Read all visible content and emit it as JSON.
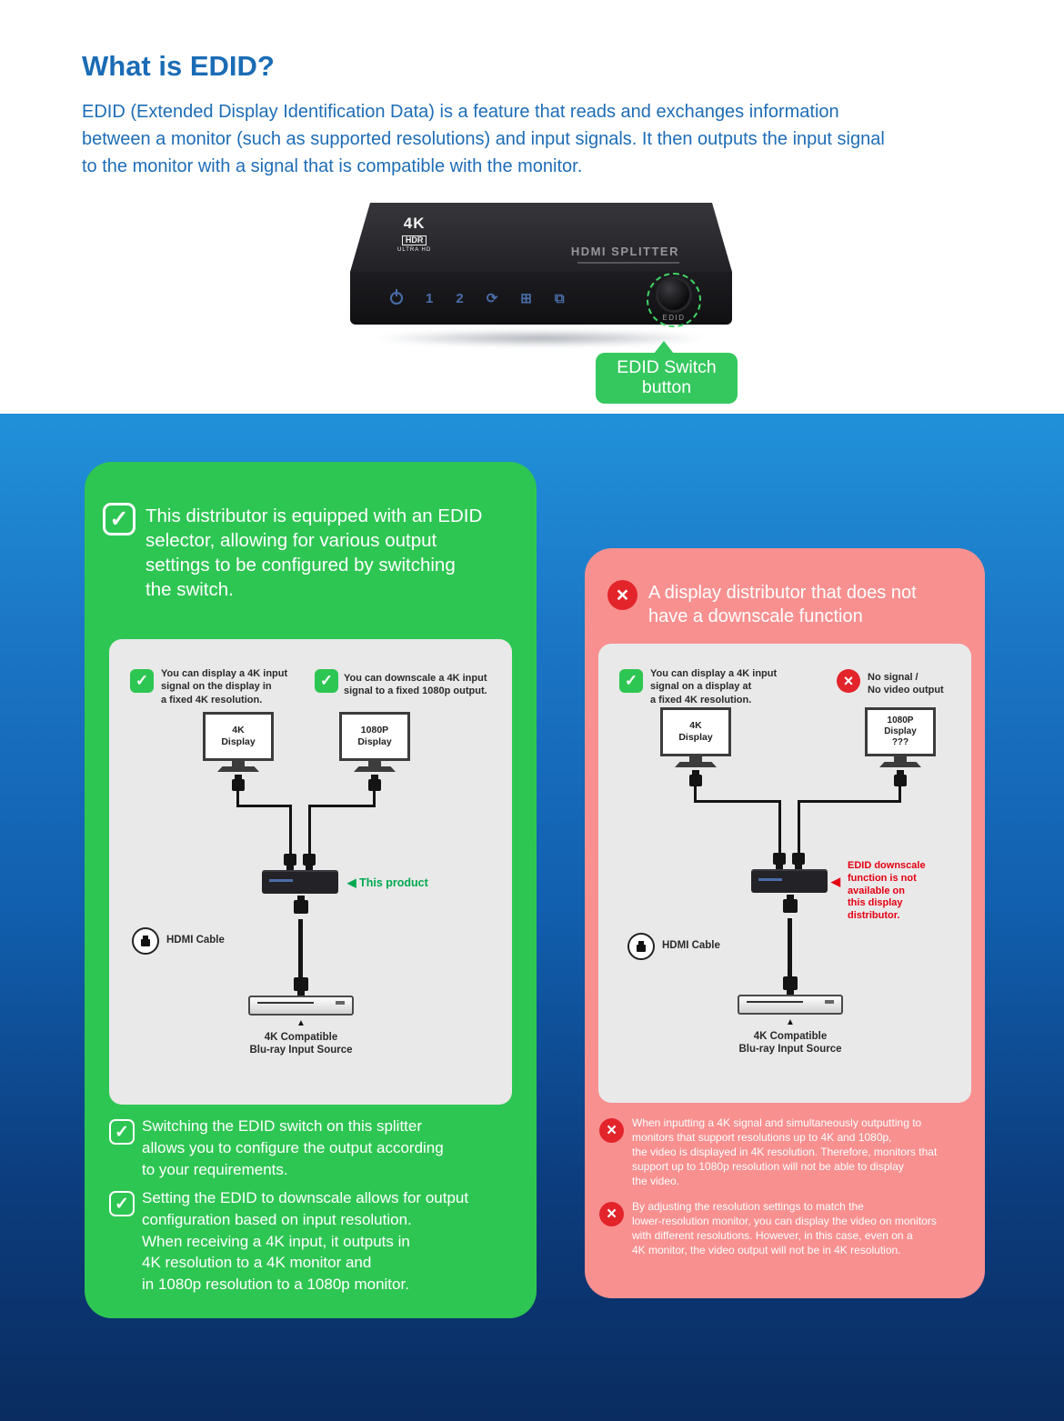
{
  "colors": {
    "heading_blue": "#1b6cb5",
    "body_blue": "#1e6db6",
    "panel_green": "#2ec653",
    "panel_pink": "#f89090",
    "alert_red": "#e3242b",
    "diagram_green": "#00a94f",
    "note_red": "#e60012",
    "callout_green": "#35c85e"
  },
  "icons": {
    "check": "✓",
    "cross": "×",
    "pointer_left": "◀",
    "marker_up": "▲",
    "loop": "⟳",
    "mirror": "⊞",
    "split": "⧉"
  },
  "header": {
    "title": "What is EDID?",
    "intro": "EDID (Extended Display Identification Data) is a feature that reads and exchanges information\nbetween a monitor (such as supported resolutions) and input signals. It then outputs the input signal\nto the monitor with a signal that is compatible with the monitor."
  },
  "device": {
    "badge_top": "4K",
    "badge_mid": "HDR",
    "badge_bottom": "ULTRA HD",
    "name": "HDMI SPLITTER",
    "port1": "1",
    "port2": "2",
    "edid_label": "EDID"
  },
  "callout": {
    "text": "EDID Switch\nbutton"
  },
  "good_panel": {
    "heading": "This distributor is equipped with an EDID\nselector, allowing for various output\nsettings to be configured by switching\nthe switch.",
    "diagram": {
      "note_left": "You can display a 4K input\nsignal on the display in\na fixed 4K resolution.",
      "note_right": "You can downscale a 4K input\nsignal to a fixed 1080p output.",
      "monitor_left": "4K\nDisplay",
      "monitor_right": "1080P\nDisplay",
      "product_label": "This product",
      "hdmi_cable": "HDMI Cable",
      "source_label": "4K Compatible\nBlu-ray Input Source"
    },
    "bullets": [
      "Switching the EDID switch on this splitter\nallows you to configure the output according\nto your requirements.",
      "Setting the EDID to downscale allows for output\nconfiguration based on input resolution.\nWhen receiving a 4K input, it outputs in\n4K resolution to a 4K monitor and\nin 1080p resolution to a 1080p monitor."
    ]
  },
  "bad_panel": {
    "heading": "A display distributor that does not\nhave a downscale function",
    "diagram": {
      "note_left": "You can display a 4K input\nsignal on a display at\na fixed 4K resolution.",
      "note_right": "No signal /\nNo video output",
      "monitor_left": "4K\nDisplay",
      "monitor_right": "1080P\nDisplay\n???",
      "no_downscale_note": "EDID downscale\nfunction is not\navailable on\nthis display\ndistributor.",
      "hdmi_cable": "HDMI Cable",
      "source_label": "4K Compatible\nBlu-ray Input Source"
    },
    "bullets": [
      "When inputting a 4K signal and simultaneously outputting to\nmonitors that support resolutions up to 4K and 1080p,\nthe video is displayed in 4K resolution. Therefore, monitors that\nsupport up to 1080p resolution will not be able to display\nthe video.",
      "By adjusting the resolution settings to match the\nlower-resolution monitor, you can display the video on monitors\nwith different resolutions. However, in this case, even on a\n4K monitor, the video output will not be in 4K resolution."
    ]
  }
}
